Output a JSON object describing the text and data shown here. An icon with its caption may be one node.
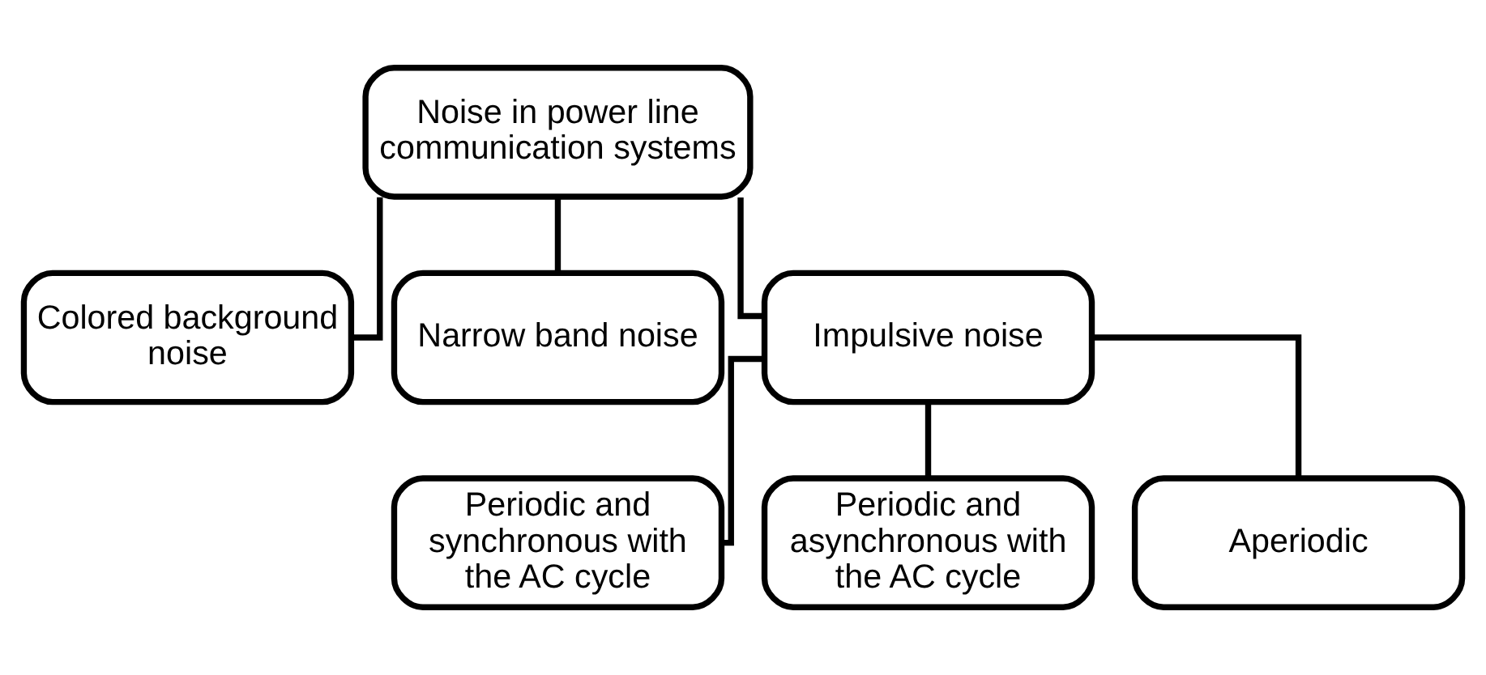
{
  "diagram": {
    "nodes": [
      {
        "text": [
          "Noise in power line communication systems"
        ]
      },
      {
        "text": [
          "Colored background noise"
        ]
      },
      {
        "text": [
          "Narrow band noise"
        ]
      },
      {
        "text": [
          "Impulsive noise"
        ]
      },
      {
        "text": [
          "Periodic and synchronous with the AC cycle"
        ]
      },
      {
        "text": [
          "Periodic and asynchronous with the AC cycle"
        ]
      },
      {
        "text": [
          "Aperiodic"
        ]
      }
    ],
    "edges": [
      {
        "from": 0,
        "to": 1,
        "arrow": "none"
      },
      {
        "from": 0,
        "to": 2,
        "arrow": "none"
      },
      {
        "from": 0,
        "to": 3,
        "arrow": "none"
      },
      {
        "from": 3,
        "to": 4,
        "arrow": "none"
      },
      {
        "from": 3,
        "to": 5,
        "arrow": "none"
      },
      {
        "from": 3,
        "to": 6,
        "arrow": "none"
      }
    ]
  }
}
